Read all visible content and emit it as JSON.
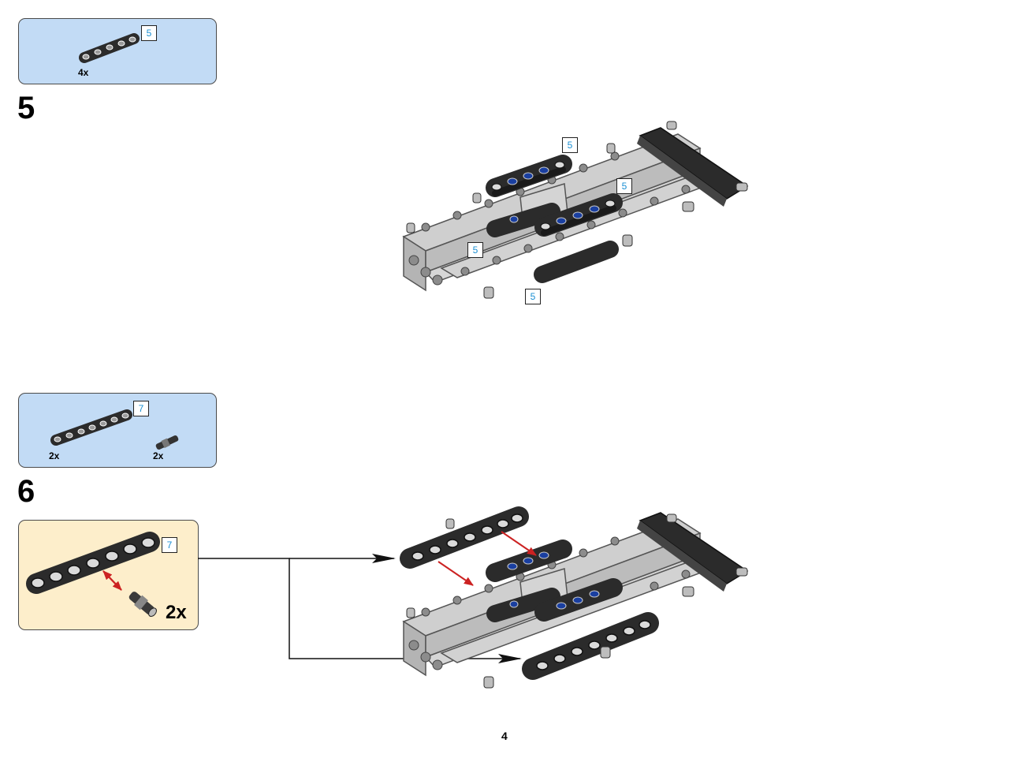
{
  "page": {
    "number": "4"
  },
  "steps": [
    {
      "number": "5",
      "parts": [
        {
          "quantity": "4x",
          "beam_length": "5",
          "part": "black-liftarm-beam"
        }
      ],
      "model_callouts": [
        "5",
        "5",
        "5",
        "5"
      ]
    },
    {
      "number": "6",
      "parts": [
        {
          "quantity": "2x",
          "beam_length": "7",
          "part": "black-liftarm-beam"
        },
        {
          "quantity": "2x",
          "part": "friction-axle-pin"
        }
      ],
      "subassembly": {
        "beam_length": "7",
        "multiplier": "2x"
      }
    }
  ],
  "colors": {
    "parts_box_bg": "#c2dbf5",
    "subassembly_bg": "#fdeecb",
    "length_tag_text": "#1b8fd3",
    "beam_black": "#2b2b2b",
    "frame_gray": "#c8c8c8",
    "pin_blue": "#1a3fa0",
    "arrow_red": "#cc2222"
  }
}
